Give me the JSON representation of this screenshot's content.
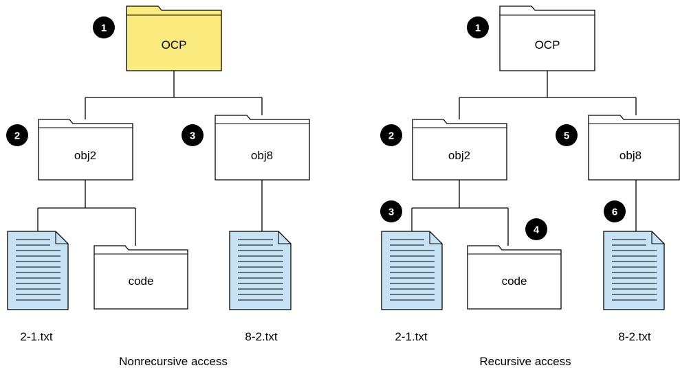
{
  "colors": {
    "highlight_folder": "#fcec7f",
    "file_fill": "#c7e2f5",
    "folder_fill": "#ffffff",
    "stroke": "#000000",
    "badge": "#000000"
  },
  "nonrecursive": {
    "caption": "Nonrecursive access",
    "root": {
      "label": "OCP",
      "step": "1"
    },
    "obj2": {
      "label": "obj2",
      "step": "2"
    },
    "obj8": {
      "label": "obj8",
      "step": "3"
    },
    "file_2_1": {
      "label": "2-1.txt"
    },
    "code": {
      "label": "code"
    },
    "file_8_2": {
      "label": "8-2.txt"
    }
  },
  "recursive": {
    "caption": "Recursive access",
    "root": {
      "label": "OCP",
      "step": "1"
    },
    "obj2": {
      "label": "obj2",
      "step": "2"
    },
    "file_2_1": {
      "label": "2-1.txt",
      "step": "3"
    },
    "code": {
      "label": "code",
      "step": "4"
    },
    "obj8": {
      "label": "obj8",
      "step": "5"
    },
    "file_8_2": {
      "label": "8-2.txt",
      "step": "6"
    }
  }
}
